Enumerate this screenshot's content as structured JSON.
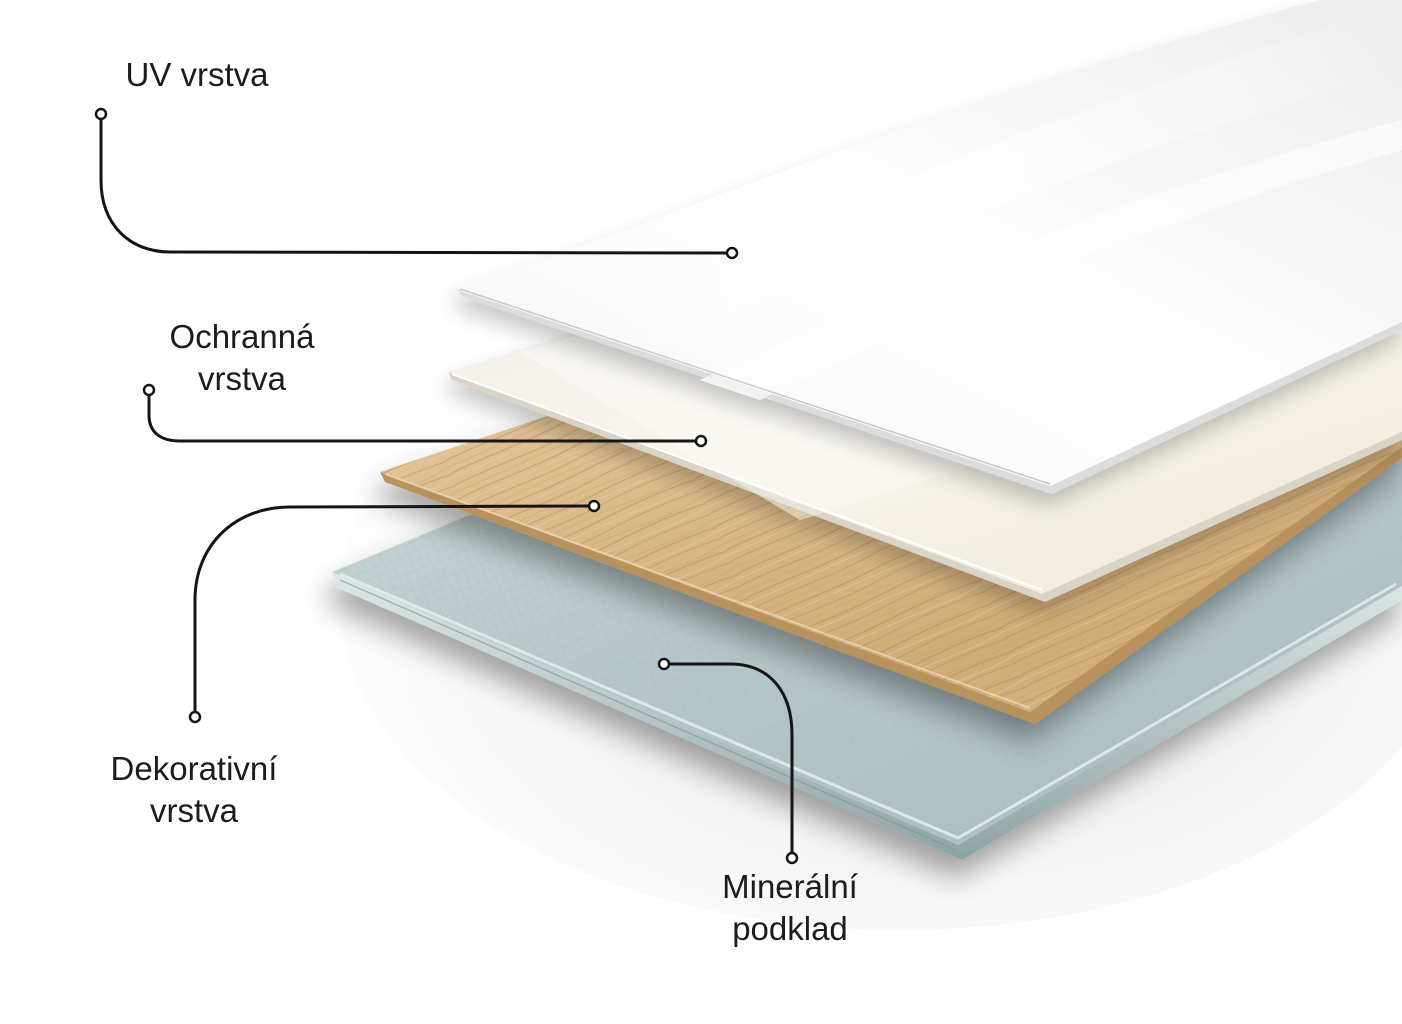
{
  "layers": [
    {
      "id": "uv",
      "lines": [
        "UV vrstva"
      ]
    },
    {
      "id": "protective",
      "lines": [
        "Ochranná",
        "vrstva"
      ]
    },
    {
      "id": "decorative",
      "lines": [
        "Dekorativní",
        "vrstva"
      ]
    },
    {
      "id": "mineral",
      "lines": [
        "Minerální",
        "podklad"
      ]
    }
  ],
  "colors": {
    "label_text": "#1c1c1c",
    "leader_line": "#151515",
    "uv_layer": "#f7f7f8",
    "protective_layer": "#f5f1e6",
    "decorative_layer": "#d8b888",
    "mineral_layer": "#b2c4c6"
  }
}
